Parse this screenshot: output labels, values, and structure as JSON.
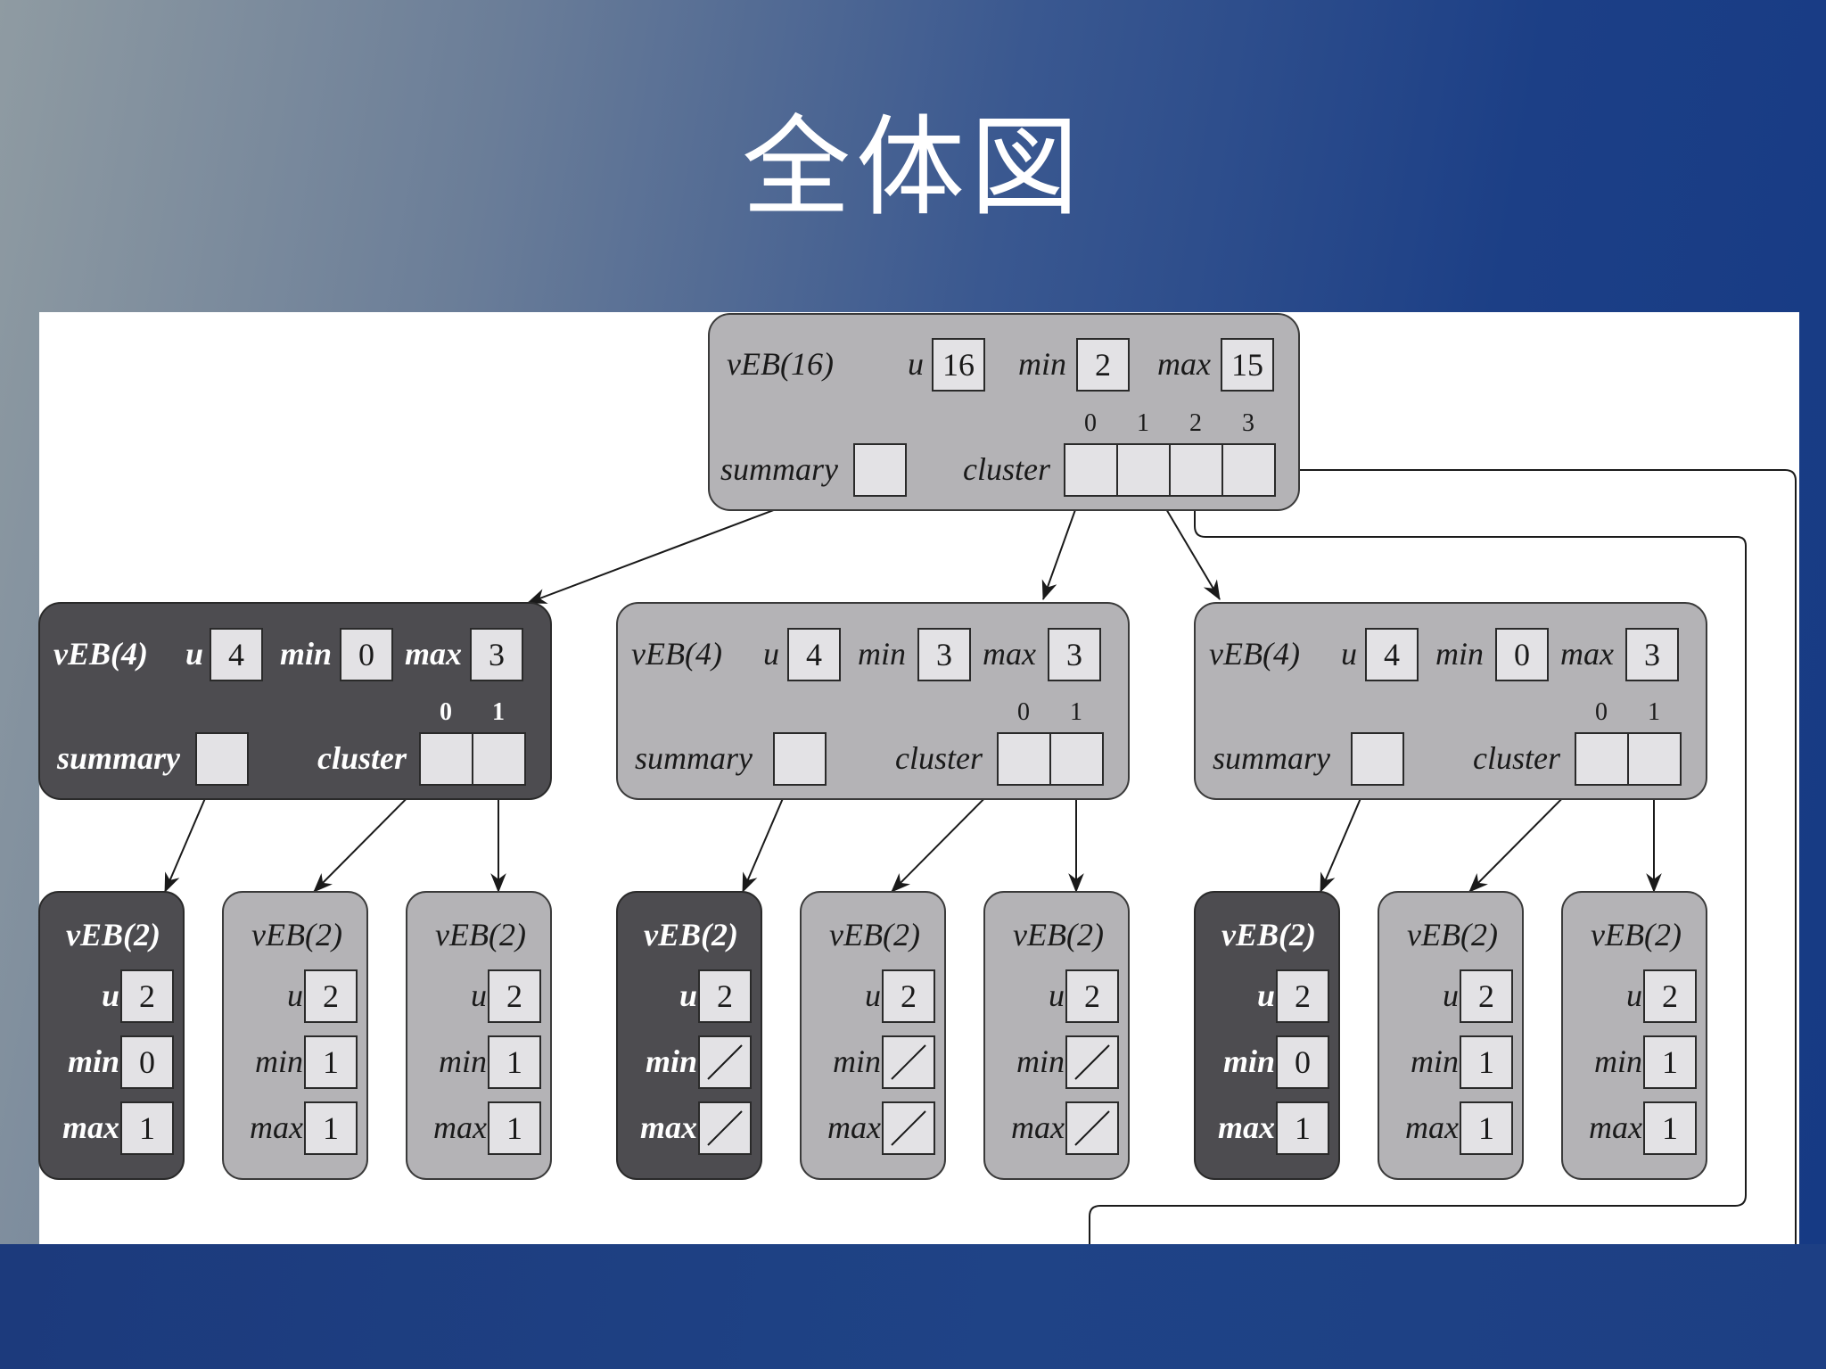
{
  "slide": {
    "title": "全体図"
  },
  "root": {
    "name": "vEB(16)",
    "u_label": "u",
    "u": "16",
    "min_label": "min",
    "min": "2",
    "max_label": "max",
    "max": "15",
    "summary_label": "summary",
    "cluster_label": "cluster",
    "cluster_indices": [
      "0",
      "1",
      "2",
      "3"
    ]
  },
  "mid_nodes": [
    {
      "name": "vEB(4)",
      "u_label": "u",
      "u": "4",
      "min_label": "min",
      "min": "0",
      "max_label": "max",
      "max": "3",
      "summary_label": "summary",
      "cluster_label": "cluster",
      "cluster_indices": [
        "0",
        "1"
      ],
      "style": "dark"
    },
    {
      "name": "vEB(4)",
      "u_label": "u",
      "u": "4",
      "min_label": "min",
      "min": "3",
      "max_label": "max",
      "max": "3",
      "summary_label": "summary",
      "cluster_label": "cluster",
      "cluster_indices": [
        "0",
        "1"
      ],
      "style": "light"
    },
    {
      "name": "vEB(4)",
      "u_label": "u",
      "u": "4",
      "min_label": "min",
      "min": "0",
      "max_label": "max",
      "max": "3",
      "summary_label": "summary",
      "cluster_label": "cluster",
      "cluster_indices": [
        "0",
        "1"
      ],
      "style": "light"
    }
  ],
  "leaf_nodes": [
    {
      "name": "vEB(2)",
      "u_label": "u",
      "u": "2",
      "min_label": "min",
      "min": "0",
      "max_label": "max",
      "max": "1",
      "style": "dark"
    },
    {
      "name": "vEB(2)",
      "u_label": "u",
      "u": "2",
      "min_label": "min",
      "min": "1",
      "max_label": "max",
      "max": "1",
      "style": "light"
    },
    {
      "name": "vEB(2)",
      "u_label": "u",
      "u": "2",
      "min_label": "min",
      "min": "1",
      "max_label": "max",
      "max": "1",
      "style": "light"
    },
    {
      "name": "vEB(2)",
      "u_label": "u",
      "u": "2",
      "min_label": "min",
      "min": null,
      "max_label": "max",
      "max": null,
      "style": "dark"
    },
    {
      "name": "vEB(2)",
      "u_label": "u",
      "u": "2",
      "min_label": "min",
      "min": null,
      "max_label": "max",
      "max": null,
      "style": "light"
    },
    {
      "name": "vEB(2)",
      "u_label": "u",
      "u": "2",
      "min_label": "min",
      "min": null,
      "max_label": "max",
      "max": null,
      "style": "light"
    },
    {
      "name": "vEB(2)",
      "u_label": "u",
      "u": "2",
      "min_label": "min",
      "min": "0",
      "max_label": "max",
      "max": "1",
      "style": "dark"
    },
    {
      "name": "vEB(2)",
      "u_label": "u",
      "u": "2",
      "min_label": "min",
      "min": "1",
      "max_label": "max",
      "max": "1",
      "style": "light"
    },
    {
      "name": "vEB(2)",
      "u_label": "u",
      "u": "2",
      "min_label": "min",
      "min": "1",
      "max_label": "max",
      "max": "1",
      "style": "light"
    }
  ],
  "colors": {
    "light_node": "#b4b3b6",
    "dark_node": "#4d4c50",
    "field_box": "#e3e2e5",
    "title_text": "#ffffff"
  }
}
